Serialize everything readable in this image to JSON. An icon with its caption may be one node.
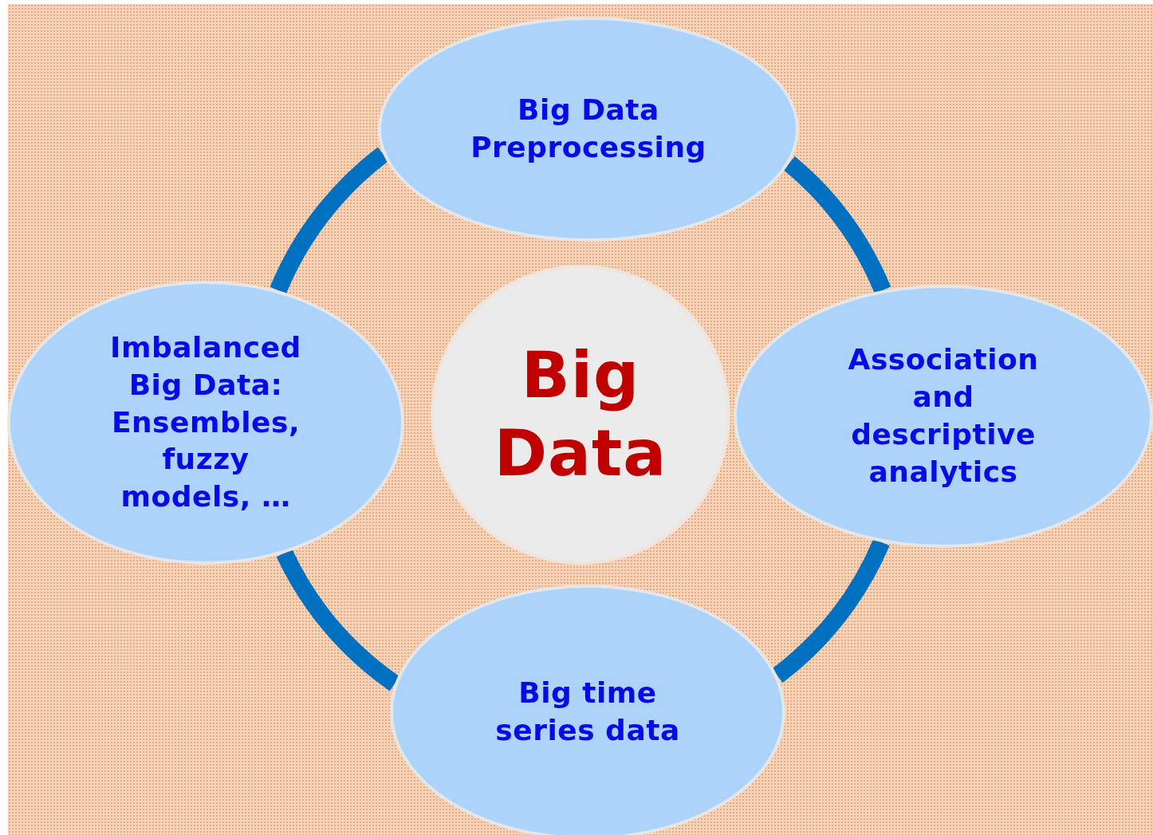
{
  "diagram": {
    "nodes": [
      {
        "text": [
          "Big Data Preprocessing"
        ]
      },
      {
        "text": [
          "Imbalanced Big Data: Ensembles, fuzzy models, …"
        ]
      },
      {
        "text": [
          "Big Data"
        ]
      },
      {
        "text": [
          "Association and descriptive analytics"
        ]
      },
      {
        "text": [
          "Big time series data"
        ]
      }
    ],
    "edges": [
      {
        "from": 0,
        "to": 3,
        "arrow": "none"
      },
      {
        "from": 3,
        "to": 4,
        "arrow": "none"
      },
      {
        "from": 4,
        "to": 1,
        "arrow": "none"
      },
      {
        "from": 1,
        "to": 0,
        "arrow": "none"
      }
    ]
  }
}
